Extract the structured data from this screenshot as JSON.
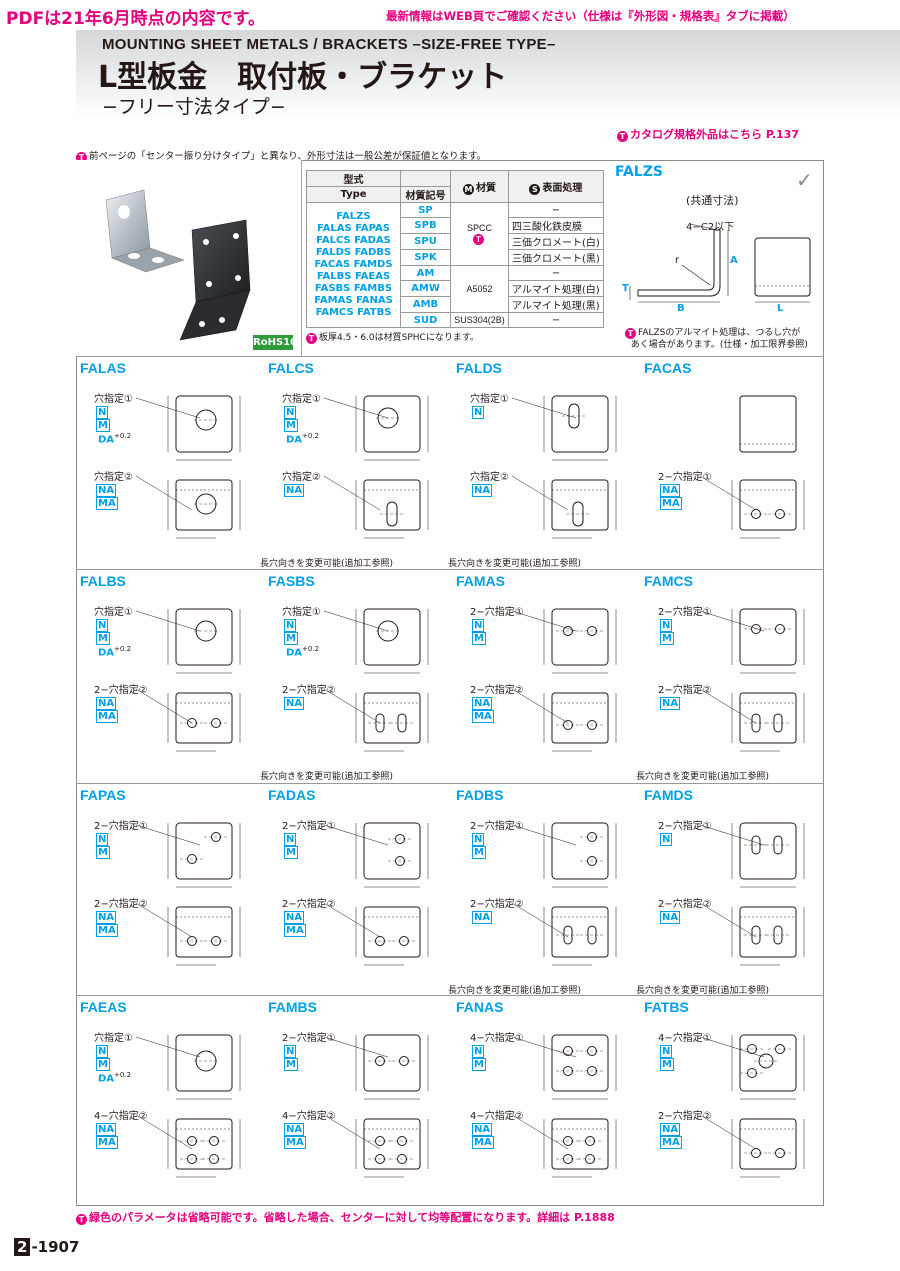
{
  "banner": {
    "big": "PDFは21年6月時点の内容です。",
    "small": "最新情報はWEB頁でご確認ください（仕様は『外形図・規格表』タブに掲載）"
  },
  "header": {
    "en": "MOUNTING SHEET METALS / BRACKETS –SIZE-FREE TYPE–",
    "jp": "L型板金　取付板・ブラケット",
    "sub": "−フリー寸法タイプ−"
  },
  "catalog_link": "カタログ規格外品はこちら P.137",
  "top_note": "前ページの「センター振り分けタイプ」と異なり、外形寸法は一般公差が保証値となります。",
  "rohs": "RoHS10",
  "spec_table": {
    "head_type": "型式",
    "col_type": "Type",
    "col_code": "材質記号",
    "col_mat": "材質",
    "col_surf": "表面処理",
    "types": [
      "FALZS",
      "FALAS FAPAS",
      "FALCS FADAS",
      "FALDS FADBS",
      "FACAS FAMDS",
      "FALBS FAEAS",
      "FASBS FAMBS",
      "FAMAS FANAS",
      "FAMCS FATBS"
    ],
    "rows": [
      {
        "code": "SP",
        "mat": "",
        "surf": "−"
      },
      {
        "code": "SPB",
        "mat": "SPCC",
        "surf": "四三酸化鉄皮膜"
      },
      {
        "code": "SPU",
        "mat": "",
        "surf": "三価クロメート(白)"
      },
      {
        "code": "SPK",
        "mat": "",
        "surf": "三価クロメート(黒)"
      },
      {
        "code": "AM",
        "mat": "",
        "surf": "−"
      },
      {
        "code": "AMW",
        "mat": "A5052",
        "surf": "アルマイト処理(白)"
      },
      {
        "code": "AMB",
        "mat": "",
        "surf": "アルマイト処理(黒)"
      },
      {
        "code": "SUD",
        "mat": "SUS304(2B)",
        "surf": "−"
      }
    ],
    "note": "板厚4.5・6.0は材質SPHCになります。"
  },
  "falzs": {
    "title": "FALZS",
    "common": "(共通寸法)",
    "c2": "4−C2以下",
    "r": "r",
    "t": "T",
    "a": "A",
    "b": "B",
    "l": "L",
    "note1": "FALZSのアルマイト処理は、つるし穴が",
    "note2": "あく場合があります。(仕様・加工限界参照)"
  },
  "labels": {
    "hole1": "穴指定①",
    "hole2": "穴指定②",
    "hole1_2": "2−穴指定①",
    "hole2_2": "2−穴指定②",
    "hole1_4": "4−穴指定①",
    "hole2_4": "4−穴指定②",
    "slot_note": "長穴向きを変更可能(追加工参照)",
    "n": "N",
    "m": "M",
    "na": "NA",
    "ma": "MA",
    "da": "DA",
    "tol": "+0.2"
  },
  "cells": [
    "FALAS",
    "FALCS",
    "FALDS",
    "FACAS",
    "FALBS",
    "FASBS",
    "FAMAS",
    "FAMCS",
    "FAPAS",
    "FADAS",
    "FADBS",
    "FAMDS",
    "FAEAS",
    "FAMBS",
    "FANAS",
    "FATBS"
  ],
  "footer_note": "緑色のパラメータは省略可能です。省略した場合、センターに対して均等配置になります。詳細は P.1888",
  "page": {
    "section": "2",
    "num": "-1907"
  }
}
